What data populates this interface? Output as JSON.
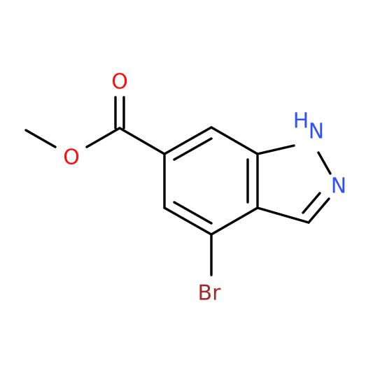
{
  "colors": {
    "bond": "#000000",
    "oxygen": "#ff0d0d",
    "nitrogen": "#3050f8",
    "bromine": "#a62929",
    "background": "#ffffff"
  },
  "atoms": {
    "carbonyl_oxygen": "O",
    "ester_oxygen": "O",
    "nh": "H",
    "n1": "N",
    "n2": "N",
    "bromine": "Br"
  }
}
